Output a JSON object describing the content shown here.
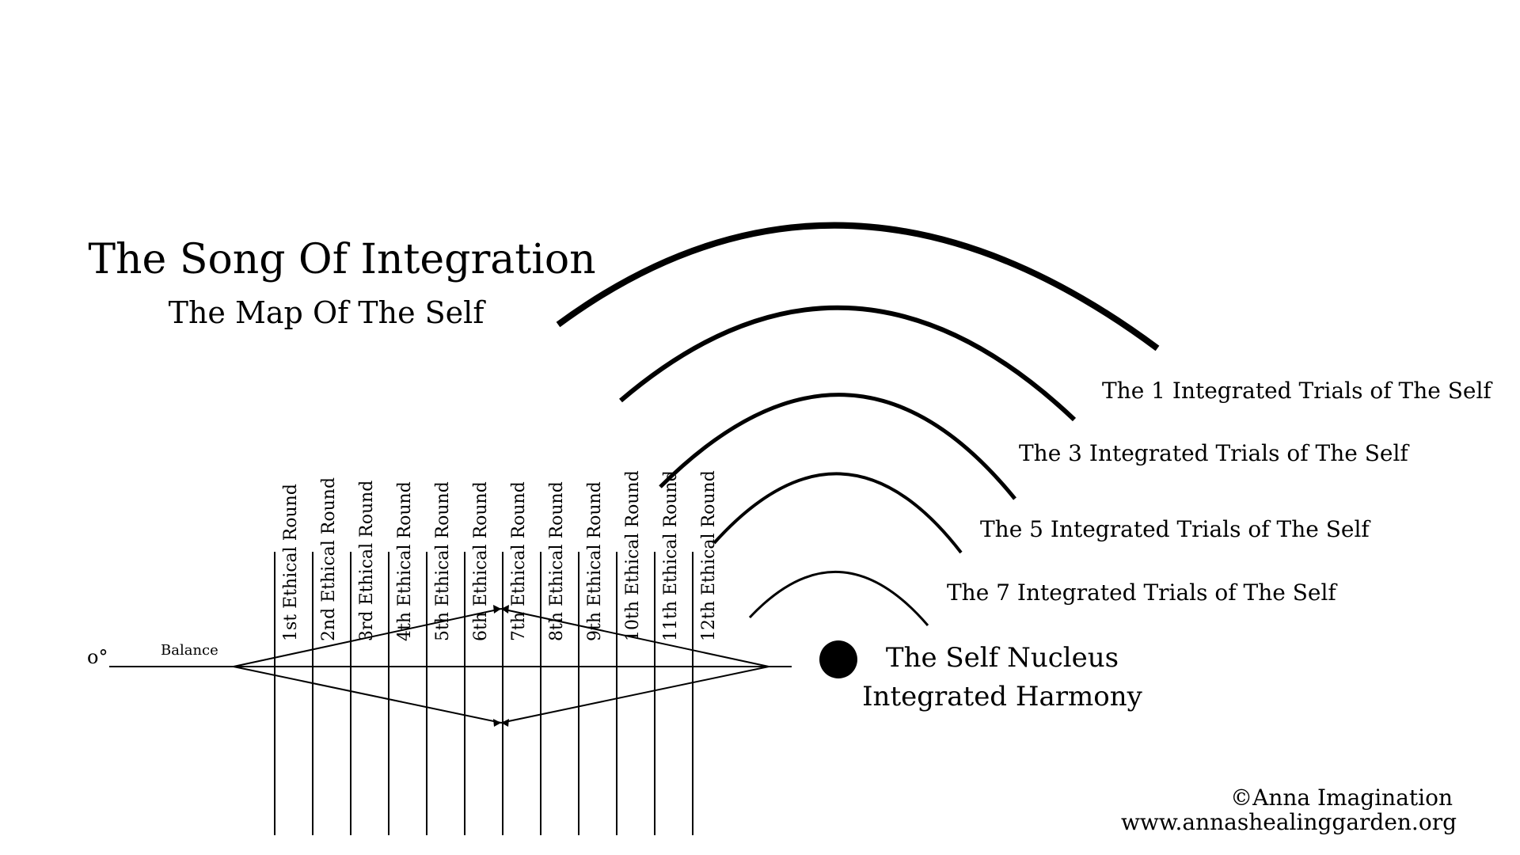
{
  "title": "The Song Of Integration",
  "subtitle": "The Map Of The Self",
  "arc_labels": [
    "The 1 Integrated Trials of The Self",
    "The 3 Integrated Trials of The Self",
    "The 5 Integrated Trials of The Self",
    "The 7 Integrated Trials of The Self"
  ],
  "nucleus": {
    "line1": "The Self Nucleus",
    "line2": "Integrated Harmony"
  },
  "balance_label": "Balance",
  "balance_symbol": "o°",
  "rounds": [
    "1st Ethical Round",
    "2nd Ethical Round",
    "3rd Ethical Round",
    "4th Ethical Round",
    "5th Ethical Round",
    "6th Ethical Round",
    "7th Ethical Round",
    "8th Ethical Round",
    "9th Ethical Round",
    "10th Ethical Round",
    "11th Ethical Round",
    "12th Ethical Round"
  ],
  "credit": {
    "author": "©Anna Imagination",
    "website": "www.annashealinggarden.org"
  },
  "colors": {
    "ink": "#000000",
    "background": "#ffffff"
  }
}
